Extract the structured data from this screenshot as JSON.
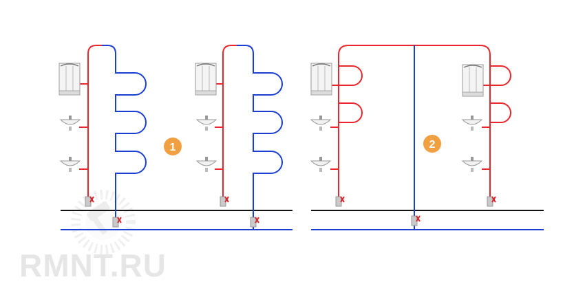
{
  "colors": {
    "hot": "#e8262b",
    "cold": "#1b3fd1",
    "floor": "#111111",
    "badge": "#f0a040",
    "valve": "#c9c9c9",
    "valve_handle": "#d8232a",
    "watermark": "#e6e6e6"
  },
  "diagrams": [
    {
      "label": "1",
      "variant": "serpentine-riser-single-loop"
    },
    {
      "label": "",
      "variant": "serpentine-riser-single-loop"
    },
    {
      "label": "2",
      "variant": "ring-loop-two-risers"
    }
  ],
  "fixtures": {
    "icons": [
      "shower-cabin-icon",
      "washbasin-icon",
      "washbasin-icon"
    ]
  },
  "watermark": {
    "text": "RMNT.RU",
    "logo_icon": "paint-roller-sun-icon"
  }
}
